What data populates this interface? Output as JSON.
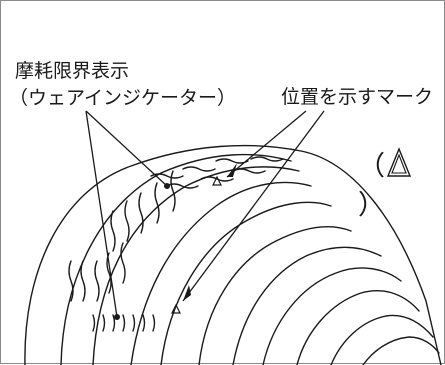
{
  "diagram": {
    "wear_indicator_title": "摩耗限界表示",
    "wear_indicator_subtitle": "（ウェアインジケーター）",
    "position_mark_label": "位置を示すマーク",
    "symbol_left_paren": "（",
    "symbol_right_paren": "）"
  },
  "colors": {
    "ink": "#1a1a1a",
    "border": "#8a8a8a",
    "background": "#ffffff"
  },
  "icons": [
    "tire-illustration",
    "warning-triangle-icon",
    "callout-arrow"
  ]
}
